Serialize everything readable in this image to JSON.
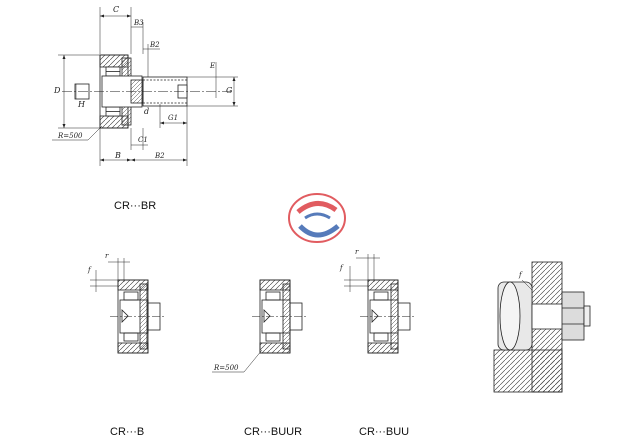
{
  "captions": {
    "br": "CR···BR",
    "b": "CR···B",
    "buur": "CR···BUUR",
    "buu": "CR···BUU"
  },
  "labels": {
    "C": "C",
    "B3": "B3",
    "B2_top": "B2",
    "E": "E",
    "D": "D",
    "G": "G",
    "H": "H",
    "d": "d",
    "G1": "G1",
    "R500_main": "R=500",
    "C1": "C1",
    "B": "B",
    "B2_bottom": "B2",
    "r_b": "r",
    "f_b": "f",
    "R500_buur": "R=500",
    "r_buu": "r",
    "f_buu": "f",
    "f_mount": "f"
  },
  "logo": {
    "colors": [
      "#d7262c",
      "#1e4fa3"
    ]
  }
}
